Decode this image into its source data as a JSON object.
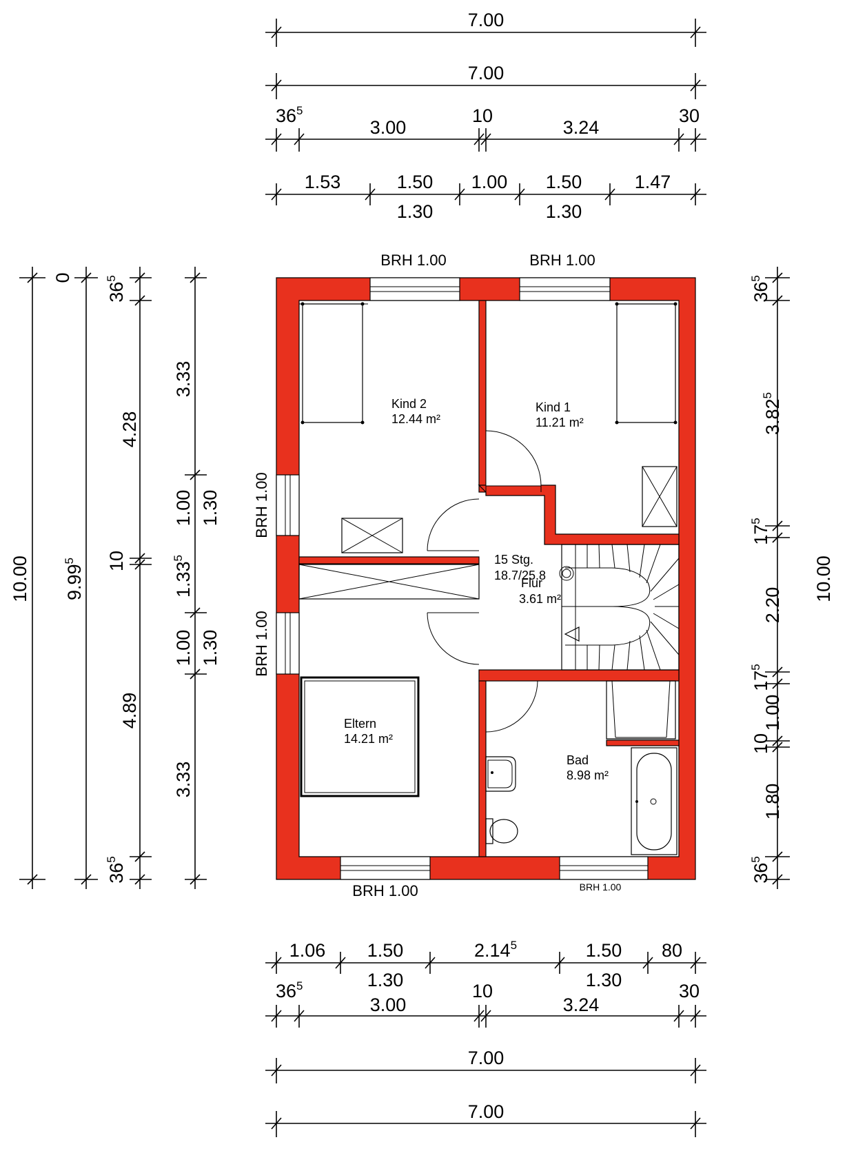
{
  "dims_top": {
    "overall_1": "7.00",
    "overall_2": "7.00",
    "seg": [
      "36",
      "5",
      "3.00",
      "10",
      "3.24",
      "30"
    ],
    "openings": [
      "1.53",
      "1.50",
      "1.00",
      "1.50",
      "1.47"
    ],
    "opening_heights": [
      "1.30",
      "1.30"
    ]
  },
  "dims_bottom": {
    "openings": [
      "1.06",
      "1.50",
      "2.14",
      "5",
      "1.50",
      "80"
    ],
    "opening_heights": [
      "1.30",
      "1.30"
    ],
    "seg": [
      "36",
      "5",
      "3.00",
      "10",
      "3.24",
      "30"
    ],
    "overall_1": "7.00",
    "overall_2": "7.00"
  },
  "dims_left": {
    "overall": "10.00",
    "inner": [
      "9.99",
      "5"
    ],
    "col3": [
      "0",
      "36",
      "5",
      "4.28",
      "10",
      "4.89",
      "36",
      "5"
    ],
    "col4": [
      "3.33",
      "1.00",
      "1.30",
      "1.33",
      "5",
      "1.00",
      "1.30",
      "3.33"
    ]
  },
  "dims_right": {
    "overall": "10.00",
    "col": [
      "36",
      "5",
      "3.82",
      "5",
      "17",
      "5",
      "2.20",
      "17",
      "5",
      "1.00",
      "10",
      "1.80",
      "36",
      "5"
    ]
  },
  "windows": {
    "top_left": "BRH 1.00",
    "top_right": "BRH 1.00",
    "left_top": "BRH 1.00",
    "left_bottom": "BRH 1.00",
    "bottom_left": "BRH 1.00",
    "bottom_right": "BRH 1.00"
  },
  "rooms": {
    "kind2": {
      "name": "Kind 2",
      "area": "12.44 m²"
    },
    "kind1": {
      "name": "Kind 1",
      "area": "11.21 m²"
    },
    "flur": {
      "stairs": "15 Stg.",
      "rise": "18.7/25.8",
      "name": "Flur",
      "area": "3.61 m²"
    },
    "eltern": {
      "name": "Eltern",
      "area": "14.21 m²"
    },
    "bad": {
      "name": "Bad",
      "area": "8.98 m²"
    }
  },
  "colors": {
    "wall": "#e8311e",
    "line": "#000000",
    "background": "#ffffff"
  }
}
